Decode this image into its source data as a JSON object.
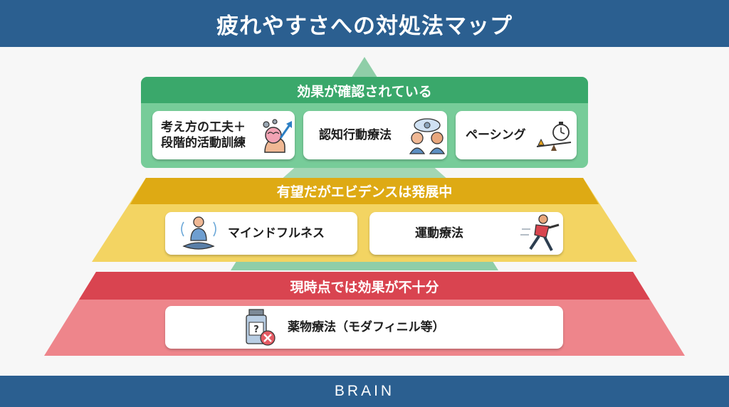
{
  "header": {
    "title": "疲れやすさへの対処法マップ"
  },
  "pyramid": {
    "tiers": [
      {
        "level": "top",
        "label": "効果が確認されている",
        "color": "#3aa86b",
        "cards": [
          {
            "lines": [
              "考え方の工夫＋",
              "段階的活動訓練"
            ],
            "icon": "brain-gears-icon"
          },
          {
            "lines": [
              "認知行動療法"
            ],
            "icon": "dialogue-heads-icon"
          },
          {
            "lines": [
              "ペーシング"
            ],
            "icon": "stopwatch-balance-icon"
          }
        ]
      },
      {
        "level": "middle",
        "label": "有望だがエビデンスは発展中",
        "color": "#e0ad18",
        "cards": [
          {
            "lines": [
              "マインドフルネス"
            ],
            "icon": "meditation-icon"
          },
          {
            "lines": [
              "運動療法"
            ],
            "icon": "running-person-icon"
          }
        ]
      },
      {
        "level": "bottom",
        "label": "現時点では効果が不十分",
        "color": "#db4a55",
        "cards": [
          {
            "lines": [
              "薬物療法（モダフィニル等）"
            ],
            "icon": "medicine-bottle-no-icon"
          }
        ]
      }
    ]
  },
  "footer": {
    "brand": "BRAIN"
  }
}
